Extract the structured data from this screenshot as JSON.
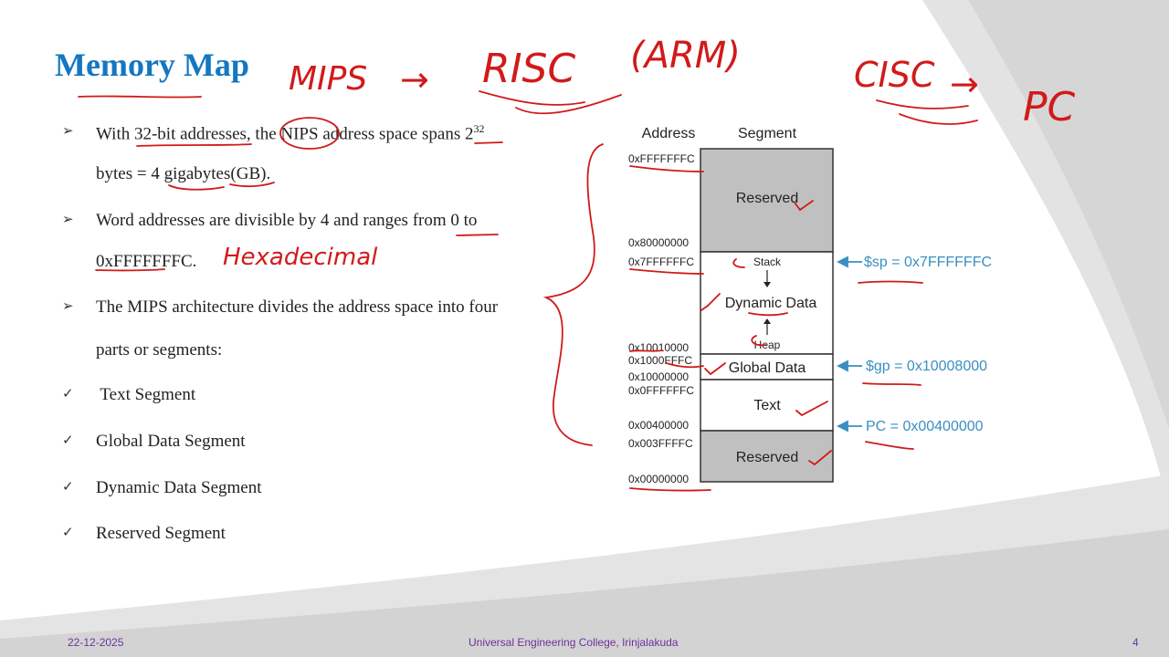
{
  "slide": {
    "title": "Memory Map",
    "bullets": [
      {
        "marker": "➢",
        "line1_pre": "With 32-bit addresses, the NIPS address space spans 2",
        "line1_sup": "32",
        "line2": "bytes = 4 gigabytes(GB)."
      },
      {
        "marker": "➢",
        "line1": "Word addresses are divisible by 4 and ranges from 0 to",
        "line2": "0xFFFFFFFC."
      },
      {
        "marker": "➢",
        "line1": "The MIPS architecture divides the address space into four",
        "line2": "parts or segments:"
      }
    ],
    "checks": [
      {
        "marker": "✓",
        "text": " Text Segment"
      },
      {
        "marker": "✓",
        "text": "Global Data Segment"
      },
      {
        "marker": "✓",
        "text": "Dynamic Data Segment"
      },
      {
        "marker": "✓",
        "text": "Reserved Segment"
      }
    ]
  },
  "memory_map": {
    "header_address": "Address",
    "header_segment": "Segment",
    "addresses": [
      "0xFFFFFFFC",
      "0x80000000",
      "0x7FFFFFFC",
      "0x10010000",
      "0x1000FFFC",
      "0x10000000",
      "0x0FFFFFFC",
      "0x00400000",
      "0x003FFFFC",
      "0x00000000"
    ],
    "segments": {
      "reserved_top": "Reserved",
      "stack": "Stack",
      "dynamic": "Dynamic Data",
      "heap": "Heap",
      "global": "Global Data",
      "text": "Text",
      "reserved_bottom": "Reserved"
    },
    "pointers": {
      "sp": "$sp = 0x7FFFFFFC",
      "gp": "$gp = 0x10008000",
      "pc": "PC = 0x00400000"
    }
  },
  "handwriting": {
    "line1": "MIPS",
    "arrow1": "→",
    "risc": "RISC",
    "arm": "(ARM)",
    "cisc": "CISC",
    "arrow2": "→",
    "pc": "PC",
    "hex": "Hexadecimal"
  },
  "footer": {
    "date": "22-12-2025",
    "college": "Universal Engineering College, Irinjalakuda",
    "page": "4"
  },
  "colors": {
    "title": "#1577c2",
    "segment_gray": "#c0c0c0",
    "pointer_blue": "#3a8fc0",
    "ink_red": "#d11a1a",
    "footer": "#7030a0"
  }
}
